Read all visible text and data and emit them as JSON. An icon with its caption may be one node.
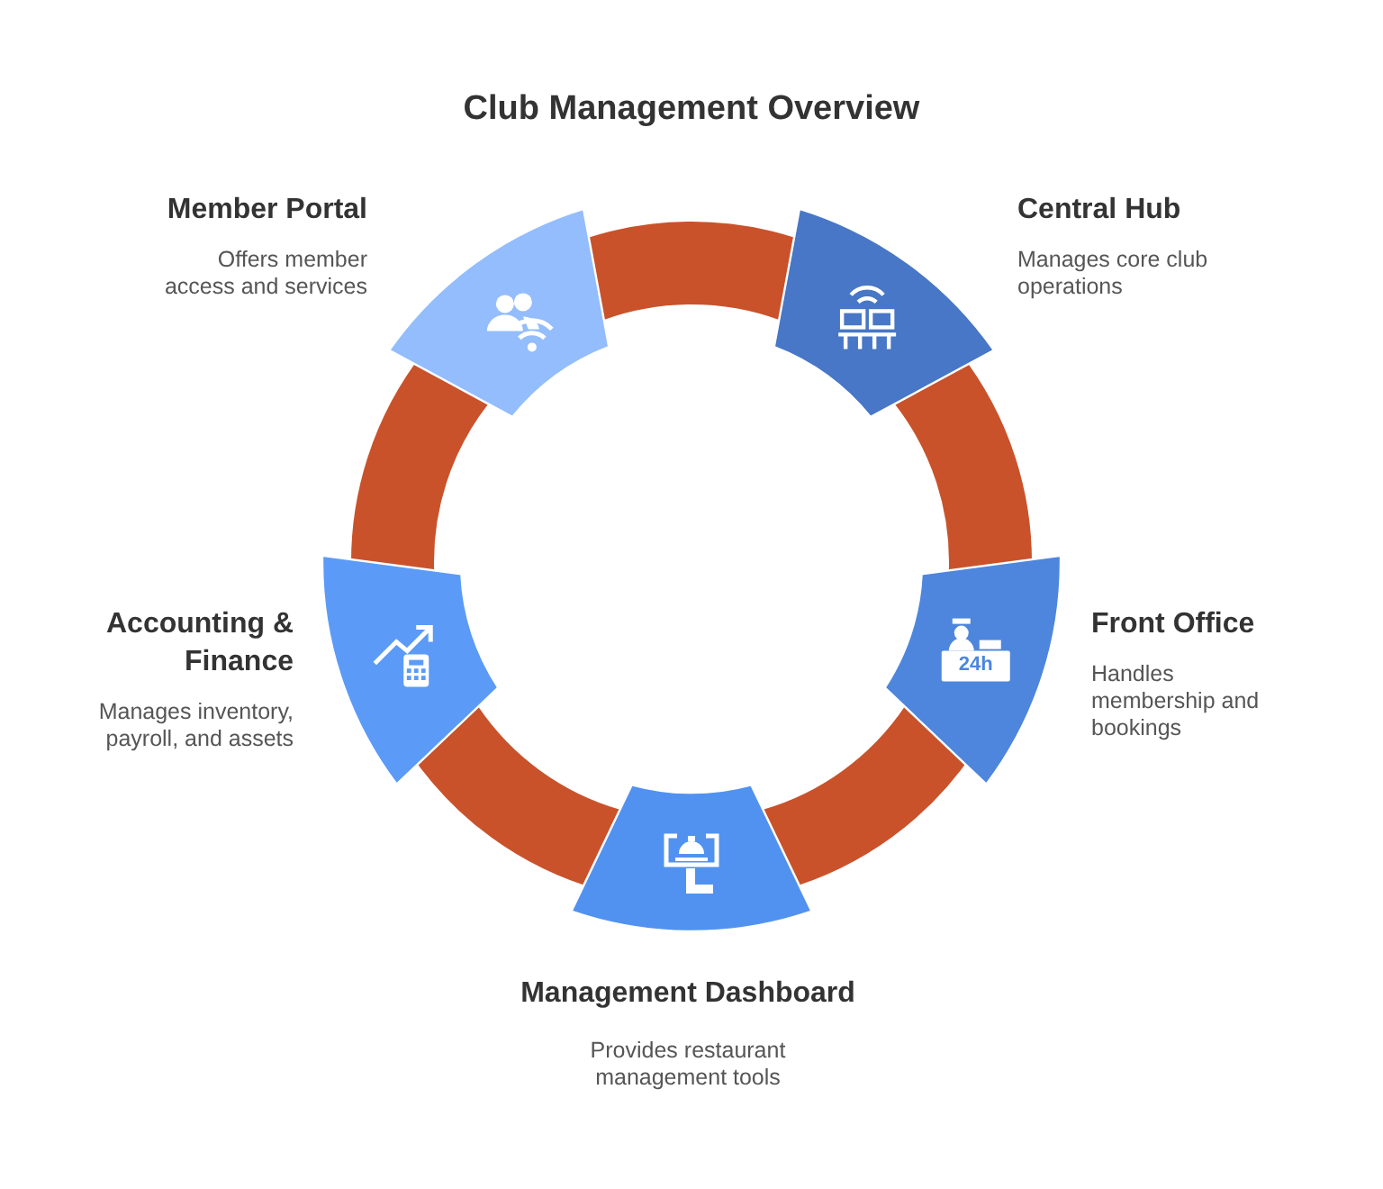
{
  "diagram": {
    "title": "Club Management Overview",
    "nodes": [
      {
        "text": [
          "Member Portal",
          "Offers member access and services"
        ]
      },
      {
        "text": [
          "Central Hub",
          "Manages core club operations"
        ]
      },
      {
        "text": [
          "Front Office",
          "Handles membership and bookings"
        ]
      },
      {
        "text": [
          "Management Dashboard",
          "Provides restaurant management tools"
        ]
      },
      {
        "text": [
          "Accounting & Finance",
          "Manages inventory, payroll, and assets"
        ]
      }
    ],
    "edges": [
      {
        "from": 0,
        "to": 1,
        "arrow": "none"
      },
      {
        "from": 1,
        "to": 2,
        "arrow": "none"
      },
      {
        "from": 2,
        "to": 3,
        "arrow": "none"
      },
      {
        "from": 3,
        "to": 4,
        "arrow": "none"
      },
      {
        "from": 4,
        "to": 0,
        "arrow": "none"
      }
    ],
    "labels": [
      "24h"
    ]
  }
}
